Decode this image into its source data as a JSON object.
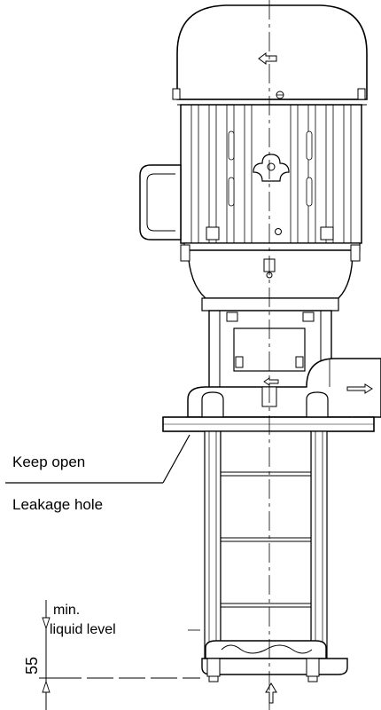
{
  "labels": {
    "keep_open": "Keep open",
    "leakage_hole": "Leakage hole",
    "min_level_line1": "min.",
    "min_level_line2": "liquid level",
    "dimension_value": "55"
  },
  "colors": {
    "ink": "#000000",
    "background": "#ffffff"
  }
}
